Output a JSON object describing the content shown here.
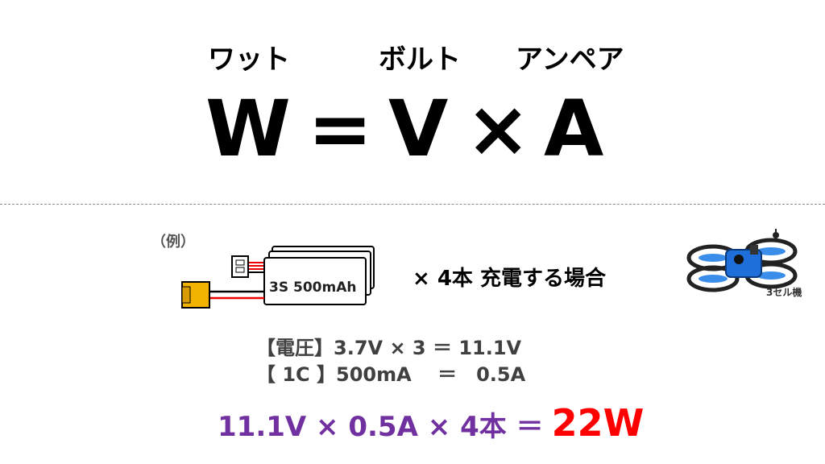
{
  "formula": {
    "watt_label": "ワット",
    "volt_label": "ボルト",
    "ampere_label": "アンペア",
    "w_symbol": "W",
    "equals": "=",
    "v_symbol": "V",
    "times": "×",
    "a_symbol": "A"
  },
  "example": {
    "label": "（例）",
    "battery_label": "3S 500mAh",
    "count_text": "× 4本 充電する場合",
    "drone_label": "3セル機"
  },
  "specs": {
    "voltage_label": "【電圧】",
    "voltage_expr": "3.7V × 3 ＝ 11.1V",
    "c_label": "【 1C 】",
    "c_expr": "500mA　 ＝　0.5A"
  },
  "result": {
    "expression": "11.1V × 0.5A × 4本 ＝",
    "value": "22W"
  },
  "colors": {
    "result_expression": "#7030A0",
    "result_value": "#ff0000",
    "connector": "#e6a800",
    "drone_body": "#1e6fd9"
  }
}
